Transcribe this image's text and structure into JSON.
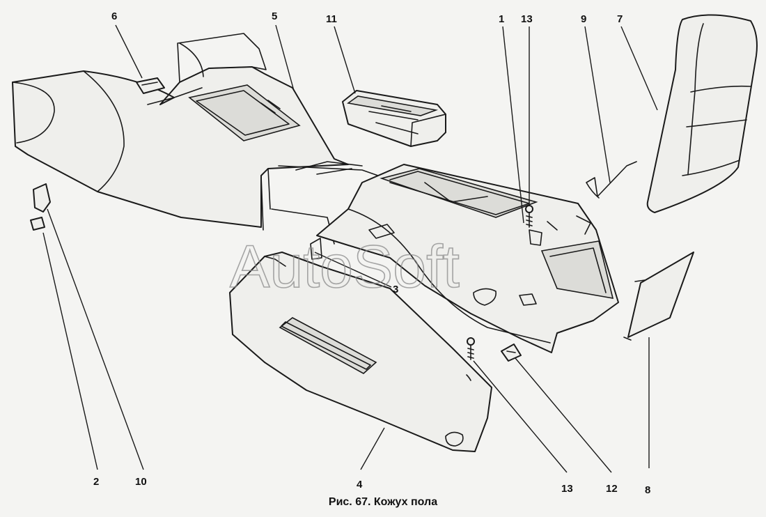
{
  "caption": "Рис. 67. Кожух пола",
  "watermark": "AutoSoft",
  "callouts": {
    "c1": "1",
    "c2": "2",
    "c3": "3",
    "c4": "4",
    "c5": "5",
    "c6": "6",
    "c7": "7",
    "c8": "8",
    "c9": "9",
    "c10": "10",
    "c11": "11",
    "c12": "12",
    "c13_top": "13",
    "c13_bottom": "13"
  }
}
